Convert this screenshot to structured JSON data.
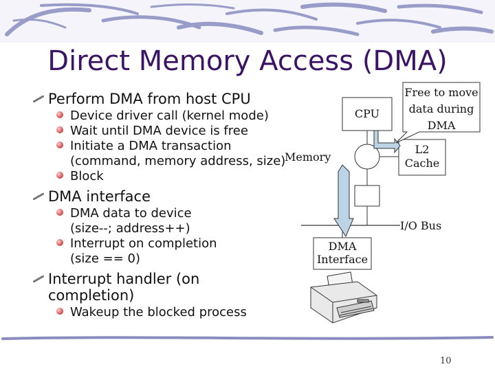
{
  "slide": {
    "title": "Direct Memory Access (DMA)",
    "bullets": [
      {
        "text": "Perform DMA from host CPU",
        "sub": [
          [
            "Device driver call (kernel mode)"
          ],
          [
            "Wait until DMA device is free"
          ],
          [
            "Initiate a DMA transaction",
            "(command, memory address, size)"
          ],
          [
            "Block"
          ]
        ]
      },
      {
        "text": "DMA interface",
        "sub": [
          [
            "DMA data to device",
            "(size--; address++)"
          ],
          [
            "Interrupt on completion",
            "(size == 0)"
          ]
        ]
      },
      {
        "text": "Interrupt handler (on",
        "text2": "completion)",
        "sub": [
          [
            "Wakeup the blocked process"
          ]
        ]
      }
    ],
    "page_number": "10"
  },
  "diagram": {
    "cpu": "CPU",
    "memory": "Memory",
    "callout": [
      "Free to move",
      "data during",
      "DMA"
    ],
    "l2": [
      "L2",
      "Cache"
    ],
    "io_bus": "I/O Bus",
    "dma_interface": [
      "DMA",
      "Interface"
    ]
  }
}
